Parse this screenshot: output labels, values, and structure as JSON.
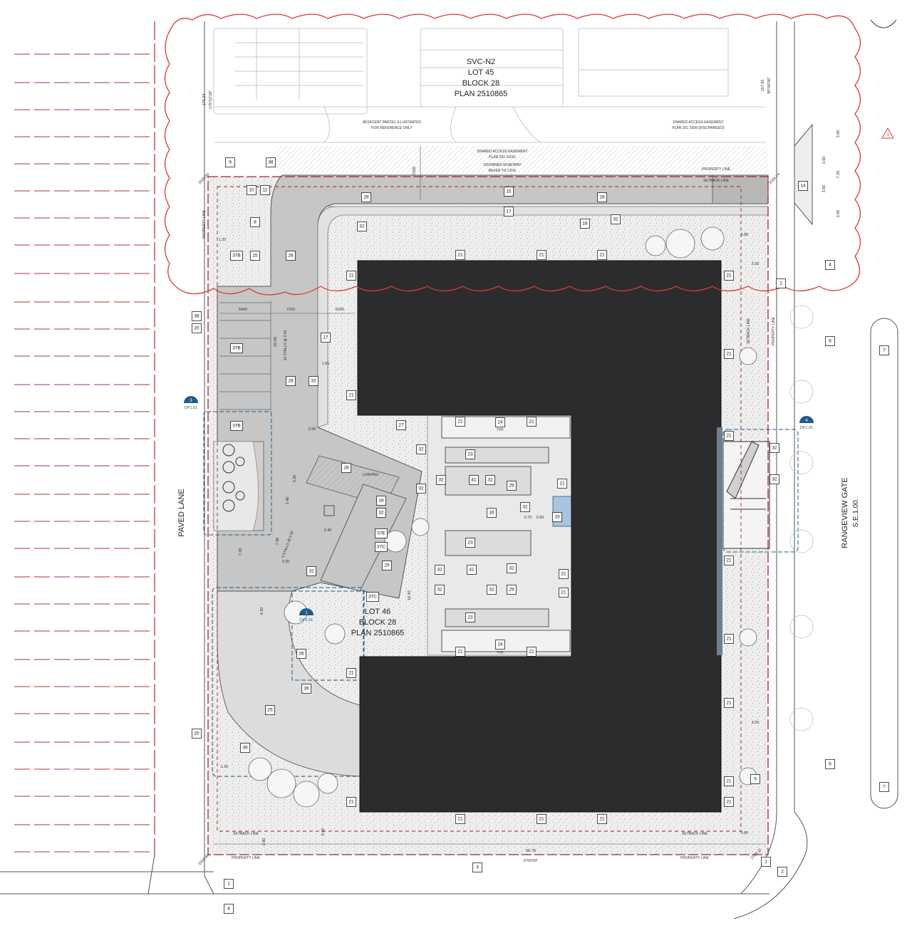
{
  "adjacent_parcel": {
    "zone": "SVC-N2",
    "lot": "LOT 45",
    "block": "BLOCK 28",
    "plan": "PLAN 2510865",
    "note_line1": "ADJACENT PARCEL ILLUSTRATED",
    "note_line2": "FOR REFERENCE ONLY"
  },
  "subject_parcel": {
    "lot": "LOT 46",
    "block": "BLOCK 28",
    "plan": "PLAN 2510865"
  },
  "streets": {
    "west": "PAVED LANE",
    "east_line1": "RANGEVIEW GATE",
    "east_line2": "S.E.1.00."
  },
  "notes": {
    "shared_easement_top_1": "SHARED ACCESS EASEMENT",
    "shared_easement_top_2": "PLAN 251 1999 (DISCHARGED)",
    "shared_easement_mid_1": "SHARED ACCESS EASEMENT",
    "shared_easement_mid_2": "PLAN 251 XXXX",
    "crowned_1": "CROWNED ROADWAY",
    "crowned_2": "REFER TO CIVIL",
    "property_line": "PROPERTY LINE",
    "setback_line": "SETBACK LINE",
    "loading": "LOADING",
    "stalls_10": "10 STALLS @ 2.50",
    "stalls_3": "3 STALLS @ 2.60",
    "typ": "TYP."
  },
  "dimensions": {
    "d5400": "5400",
    "d7200": "7200",
    "d5200": "5200",
    "d25": "25.00",
    "d165": "1.65",
    "d66": "66.78",
    "bearing_s": "0°00'00\"",
    "d300": "3.00",
    "d550": "5.50",
    "d580": "5.80",
    "d720": "7.20",
    "d450": "4.50",
    "d120": "1.20",
    "d360": "3.60",
    "d1642": "16.42",
    "d17523": "175.23",
    "bearing_w": "179°52'28\"",
    "d15765": "157.65",
    "bearing_e": "90°00'00\"",
    "d250": "2.50",
    "d240": "2.40",
    "d335": "3.35",
    "d780": "7.80",
    "d340": "3.40",
    "d200": "2.00",
    "d070": "0.70",
    "d060": "0.60",
    "elev_nw": "1035.69",
    "elev_ne": "1034.74",
    "elev_sw": "1034.86",
    "elev_se": "1034.11"
  },
  "callouts": {
    "dp_west": {
      "num": "3",
      "sheet": "DP1.01"
    },
    "dp_east": {
      "num": "4",
      "sheet": "DP1.01"
    },
    "dp_south": {
      "num": "1",
      "sheet": "DP1.01"
    },
    "revision": "3"
  },
  "keynotes": {
    "k1": "1",
    "k2": "2",
    "k3": "3",
    "k4": "4",
    "k5": "5",
    "k6": "6",
    "k7": "7",
    "k8": "8",
    "k9": "9",
    "k10": "10",
    "k11": "11",
    "k14": "14",
    "k15": "15",
    "k16": "16",
    "k17": "17",
    "k18": "18",
    "k20": "20",
    "k21": "21",
    "k23": "23",
    "k24": "24",
    "k25": "25",
    "k26": "26",
    "k27": "27",
    "k28": "28",
    "k29": "29",
    "k32": "32",
    "k33": "33",
    "k37b": "37B",
    "k37c": "37C",
    "k37e": "37E",
    "k38": "38",
    "k39": "39",
    "k41": "41"
  },
  "colors": {
    "building": "#2c2c2e",
    "paving": "#c6c6c6",
    "landscape": "#ececec",
    "revision_cloud": "#d83a3a",
    "property_line": "#9a2a2a",
    "detail_callout": "#1f5a8a"
  }
}
